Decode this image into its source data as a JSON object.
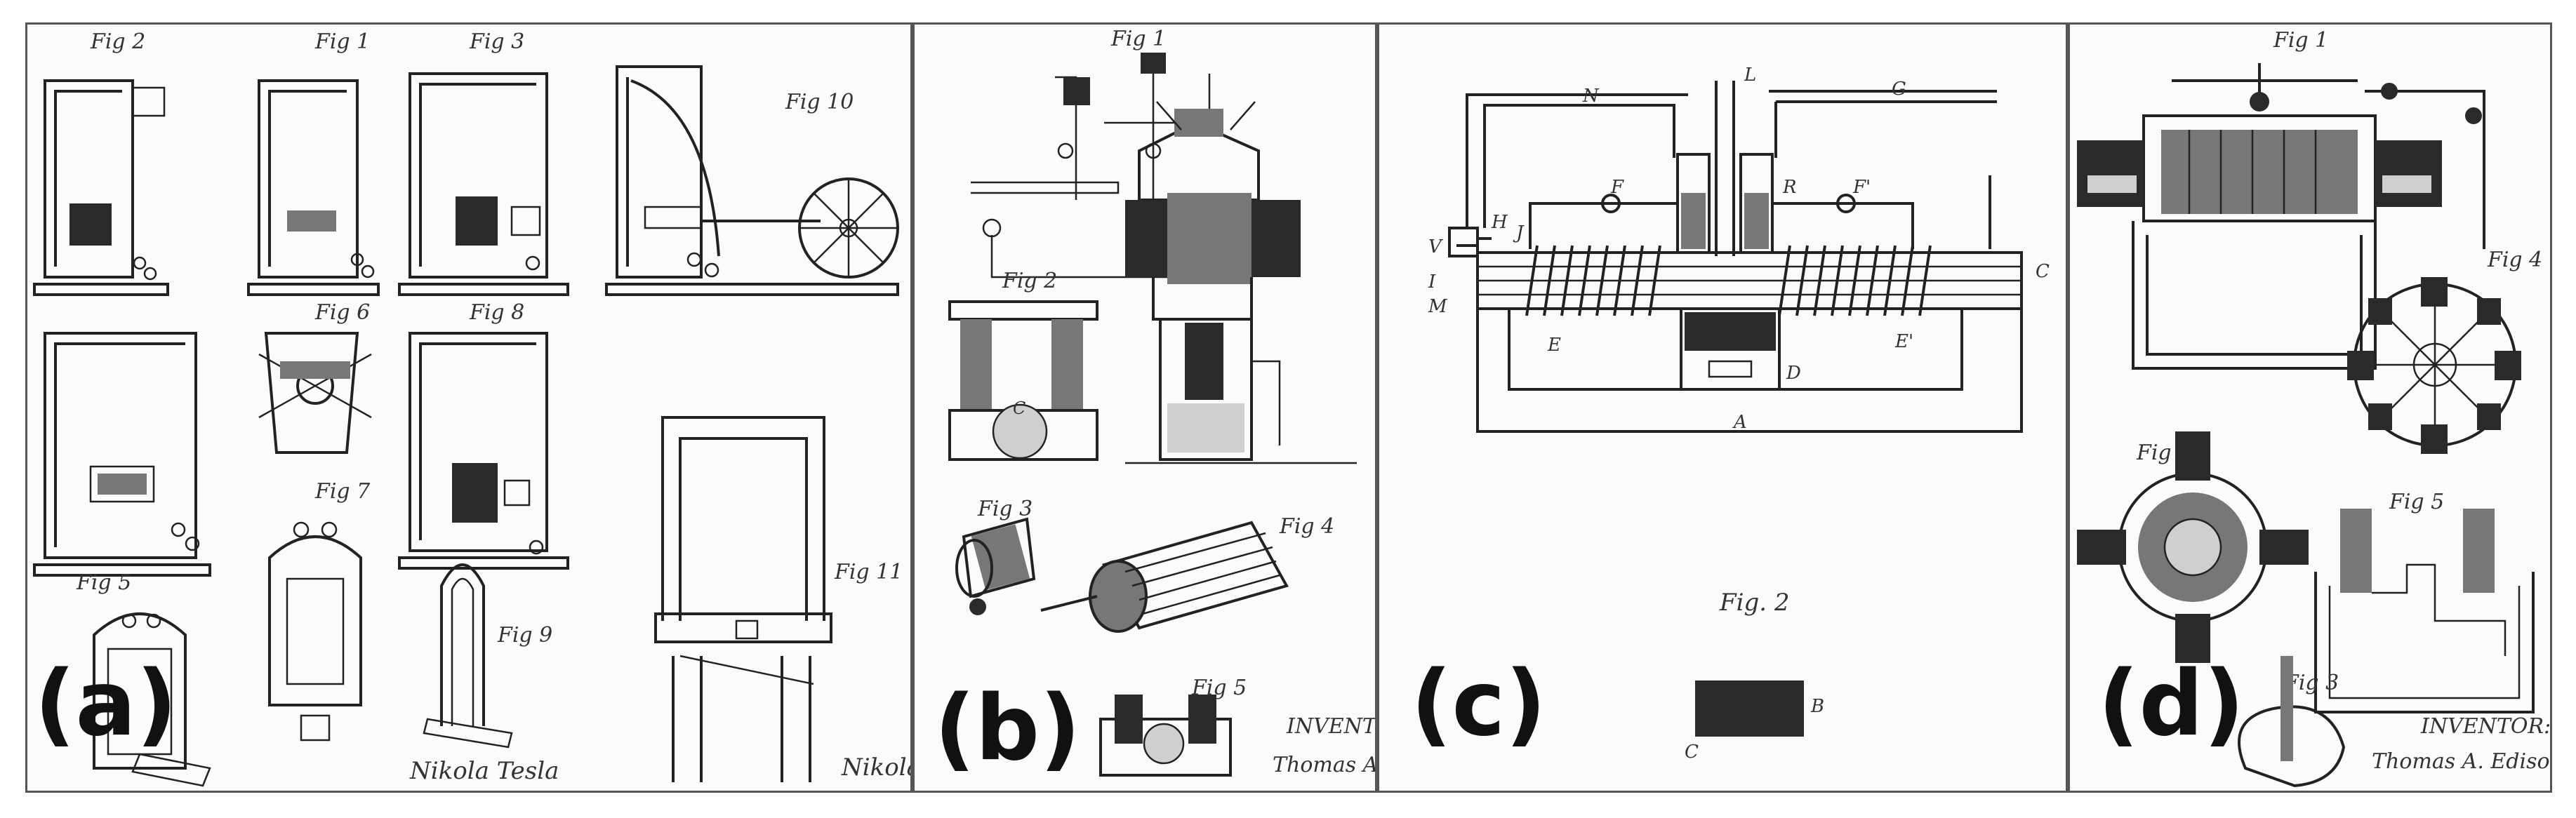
{
  "panels": [
    {
      "id": "a",
      "label": "(a)",
      "figure_labels": [
        "Fig 2",
        "Fig 1",
        "Fig 3",
        "Fig 10",
        "Fig 6",
        "Fig 8",
        "Fig 7",
        "Fig 5",
        "Fig 9",
        "Fig 11"
      ],
      "signature": "Nikola Tesla",
      "signature_fragment": "Nikola"
    },
    {
      "id": "b",
      "label": "(b)",
      "figure_labels": [
        "Fig 1",
        "Fig 2",
        "Fig 3",
        "Fig 4",
        "Fig 5"
      ],
      "inventor_heading": "INVENTOR",
      "inventor_name": "Thomas A."
    },
    {
      "id": "c",
      "label": "(c)",
      "figure_labels": [
        "Fig. 2"
      ],
      "part_letters": [
        "L",
        "N",
        "G",
        "R",
        "F",
        "F'",
        "V",
        "H",
        "J",
        "I",
        "M",
        "E",
        "E'",
        "C",
        "D",
        "A",
        "B",
        "C"
      ]
    },
    {
      "id": "d",
      "label": "(d)",
      "figure_labels": [
        "Fig 1",
        "Fig 4",
        "Fig 2",
        "Fig 5",
        "Fig 3"
      ],
      "inventor_heading": "INVENTOR:",
      "inventor_name": "Thomas A. Edison"
    }
  ]
}
